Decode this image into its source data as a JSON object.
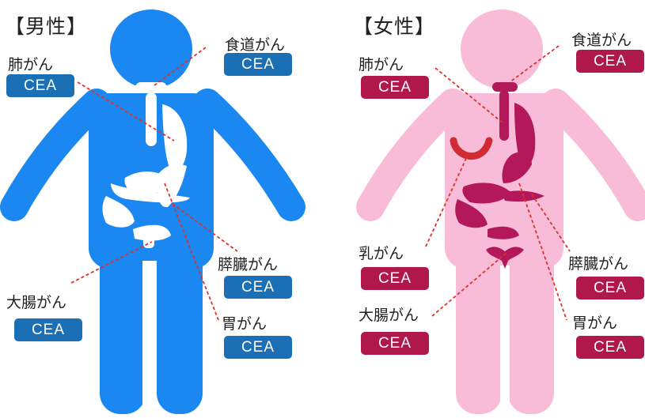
{
  "colors": {
    "male_body": "#1a88f0",
    "male_badge": "#1b6fb5",
    "female_body": "#f8bcd8",
    "female_organ": "#b3195a",
    "female_breast": "#d22a35",
    "female_badge": "#b0174a",
    "leader_line": "#e0302a"
  },
  "male": {
    "title": "【男性】",
    "labels": [
      {
        "name": "食道がん",
        "marker": "CEA"
      },
      {
        "name": "肺がん",
        "marker": "CEA"
      },
      {
        "name": "膵臓がん",
        "marker": "CEA"
      },
      {
        "name": "大腸がん",
        "marker": "CEA"
      },
      {
        "name": "胃がん",
        "marker": "CEA"
      }
    ]
  },
  "female": {
    "title": "【女性】",
    "labels": [
      {
        "name": "食道がん",
        "marker": "CEA"
      },
      {
        "name": "肺がん",
        "marker": "CEA"
      },
      {
        "name": "乳がん",
        "marker": "CEA"
      },
      {
        "name": "膵臓がん",
        "marker": "CEA"
      },
      {
        "name": "大腸がん",
        "marker": "CEA"
      },
      {
        "name": "胃がん",
        "marker": "CEA"
      }
    ]
  }
}
